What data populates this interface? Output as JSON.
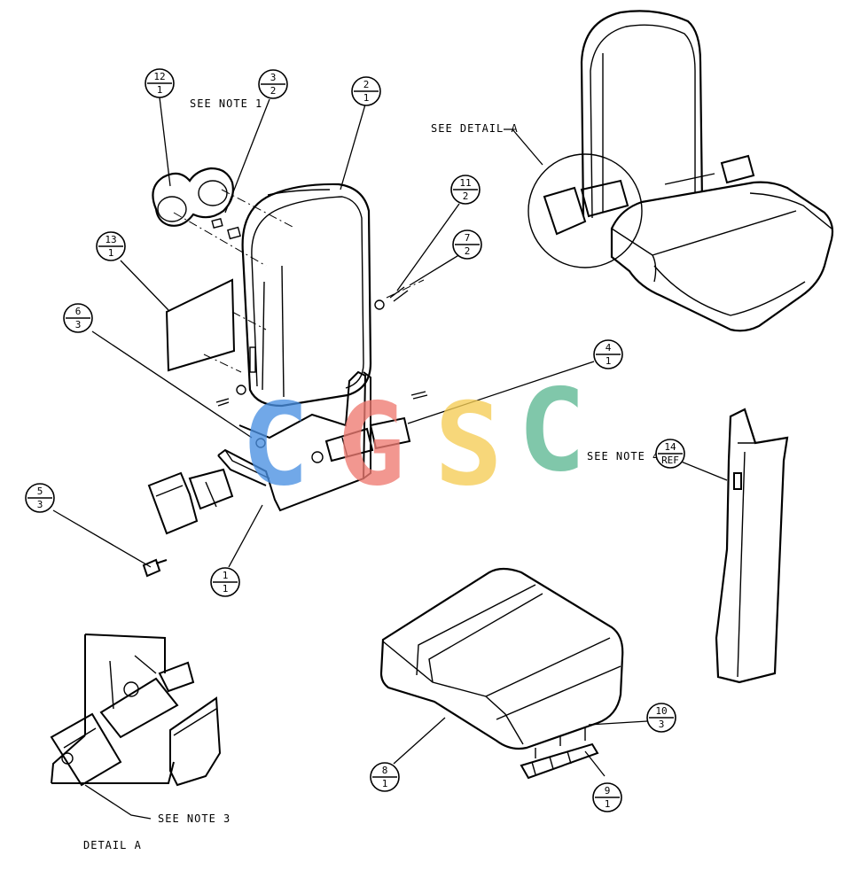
{
  "notes": {
    "note1": "SEE NOTE 1",
    "detail_a_ref": "SEE DETAIL A",
    "note4": "SEE NOTE 4",
    "note3": "SEE NOTE 3",
    "detail_title": "DETAIL A"
  },
  "balloons": [
    {
      "item": "12",
      "qty": "1"
    },
    {
      "item": "3",
      "qty": "2"
    },
    {
      "item": "2",
      "qty": "1"
    },
    {
      "item": "11",
      "qty": "2"
    },
    {
      "item": "7",
      "qty": "2"
    },
    {
      "item": "13",
      "qty": "1"
    },
    {
      "item": "6",
      "qty": "3"
    },
    {
      "item": "4",
      "qty": "1"
    },
    {
      "item": "14",
      "qty": "REF"
    },
    {
      "item": "5",
      "qty": "3"
    },
    {
      "item": "1",
      "qty": "1"
    },
    {
      "item": "10",
      "qty": "3"
    },
    {
      "item": "8",
      "qty": "1"
    },
    {
      "item": "9",
      "qty": "1"
    }
  ],
  "watermark": {
    "letters": [
      "C",
      "G",
      "S",
      "C"
    ],
    "colors": [
      "#4a90e2",
      "#ef7b72",
      "#f5cd55",
      "#5db893"
    ]
  }
}
